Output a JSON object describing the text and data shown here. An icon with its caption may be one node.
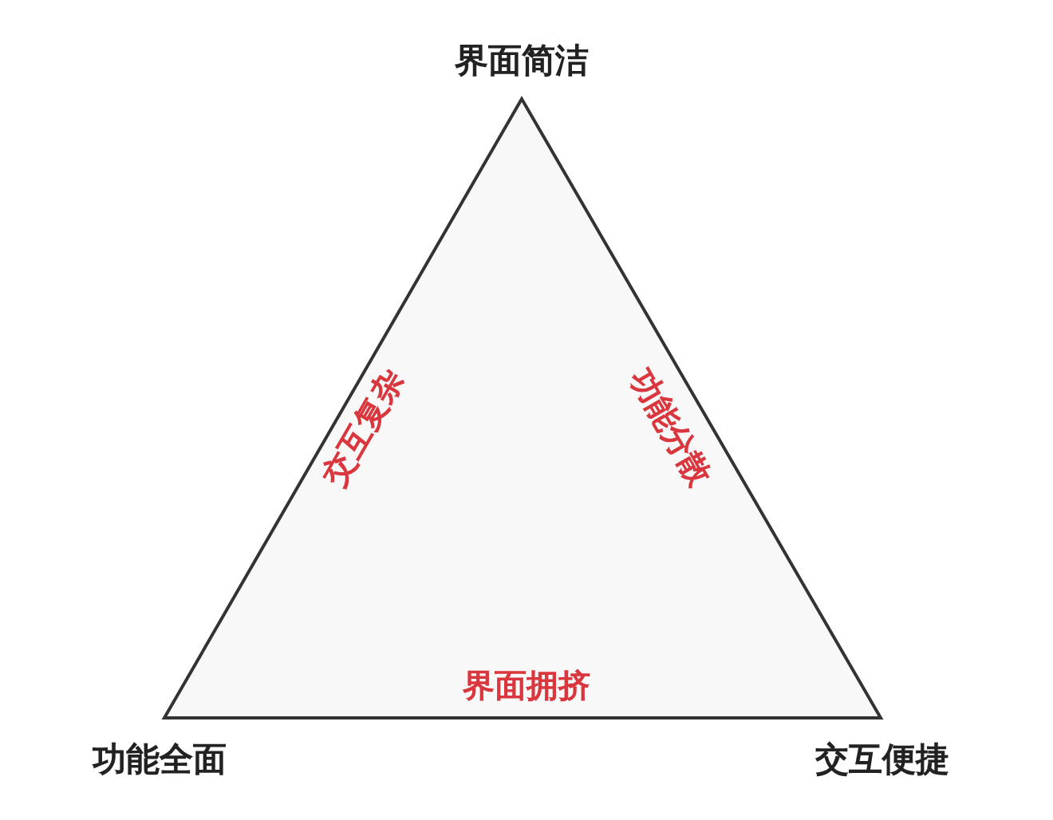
{
  "diagram": {
    "nodes": [
      {
        "text": [
          "交互复杂",
          "功能分散",
          "界面拥挤"
        ]
      }
    ],
    "labels": [
      "界面简洁",
      "功能全面",
      "交互便捷"
    ]
  }
}
